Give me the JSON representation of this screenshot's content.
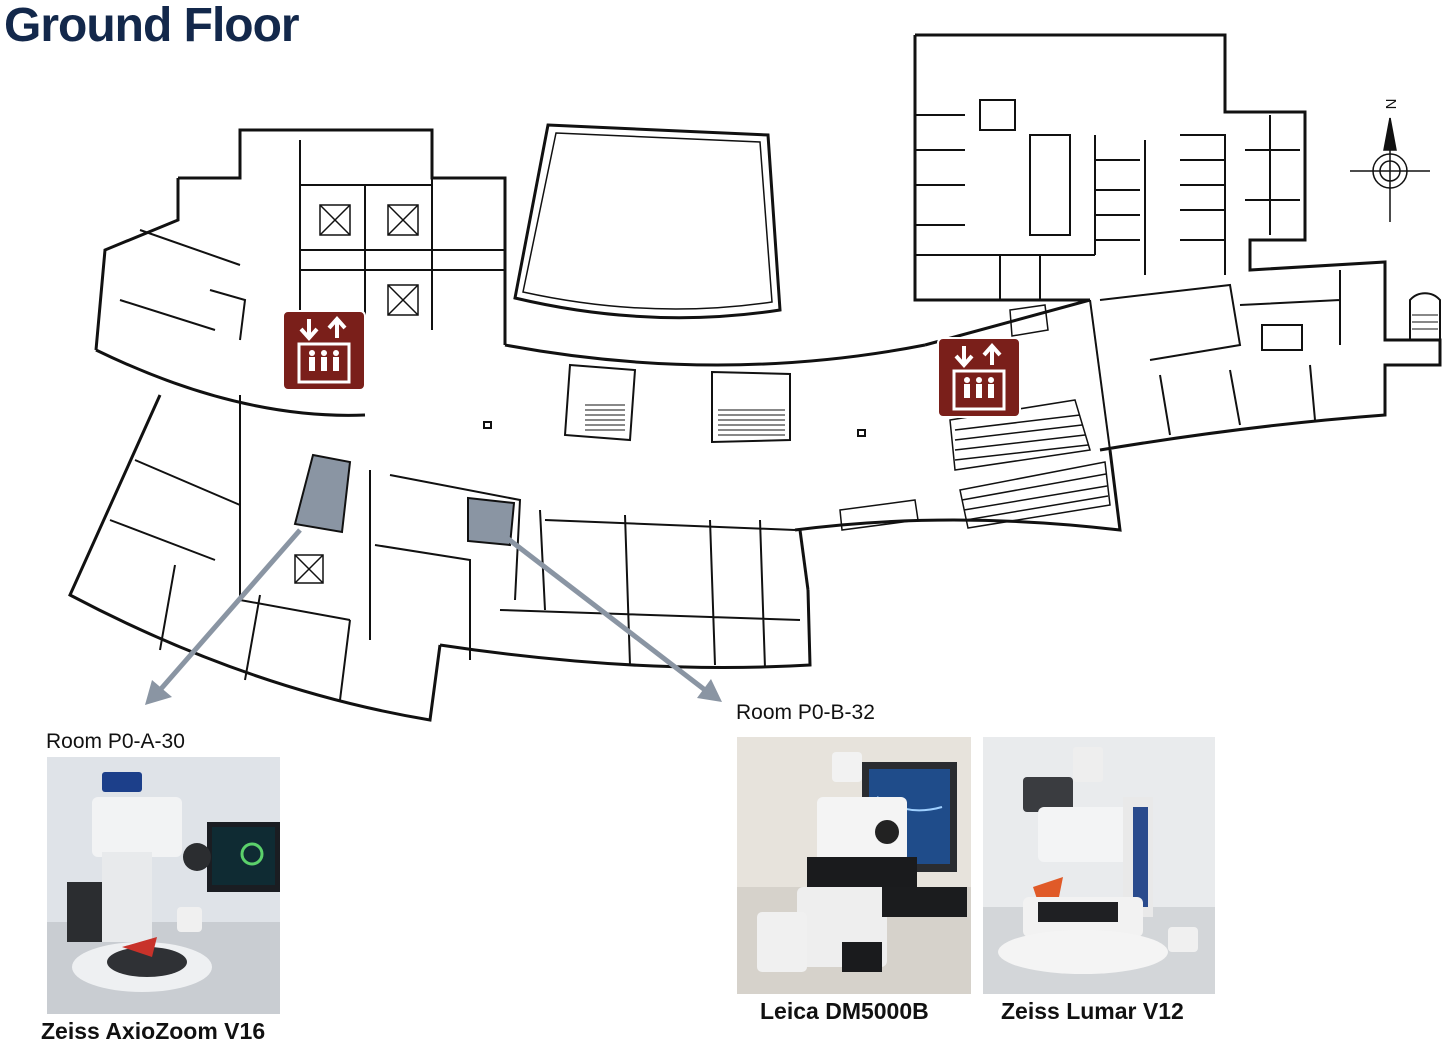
{
  "title": "Ground Floor",
  "compass_label": "N",
  "rooms": [
    {
      "label": "Room P0-A-30",
      "instruments": [
        "Zeiss AxioZoom V16"
      ]
    },
    {
      "label": "Room P0-B-32",
      "instruments": [
        "Leica DM5000B",
        "Zeiss Lumar V12"
      ]
    }
  ],
  "icons": [
    "elevator-icon",
    "elevator-icon",
    "north-arrow-icon"
  ],
  "colors": {
    "title": "#13284b",
    "elevator_sign": "#7a1f1a",
    "highlight_room": "#8a95a3",
    "arrow": "#8a95a3",
    "walls": "#111111"
  }
}
